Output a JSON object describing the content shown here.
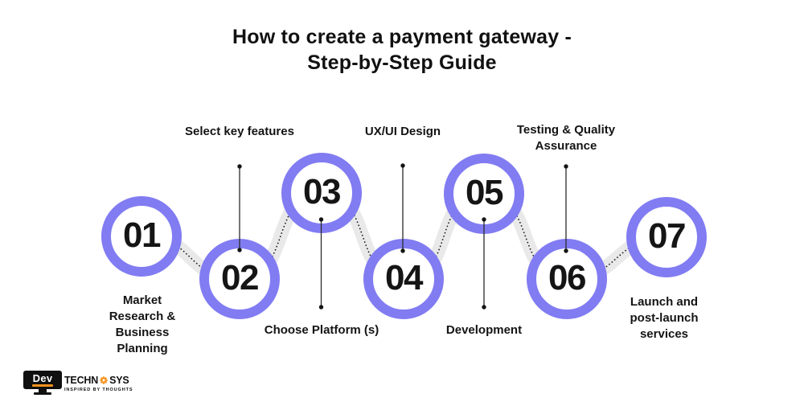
{
  "title": {
    "line1": "How to create a payment gateway -",
    "line2": "Step-by-Step Guide"
  },
  "steps": [
    {
      "number": "01",
      "label": "Market Research & Business Planning",
      "label_position": "below"
    },
    {
      "number": "02",
      "label": "Select key features",
      "label_position": "above"
    },
    {
      "number": "03",
      "label": "Choose Platform (s)",
      "label_position": "below"
    },
    {
      "number": "04",
      "label": "UX/UI Design",
      "label_position": "above"
    },
    {
      "number": "05",
      "label": "Development",
      "label_position": "below"
    },
    {
      "number": "06",
      "label": "Testing & Quality Assurance",
      "label_position": "above"
    },
    {
      "number": "07",
      "label": "Launch and post-launch services",
      "label_position": "below"
    }
  ],
  "logo": {
    "monitor_text": "Dev",
    "brand_left": "TECHN",
    "brand_right": "SYS",
    "gear_icon": "gear-icon",
    "tagline": "INSPIRED BY THOUGHTS"
  },
  "colors": {
    "circle_ring": "#817CF2",
    "ribbon": "#E9E9E9",
    "dotted_line": "#1C1C1C",
    "text": "#111111",
    "logo_orange": "#F5921E",
    "logo_black": "#101010"
  }
}
